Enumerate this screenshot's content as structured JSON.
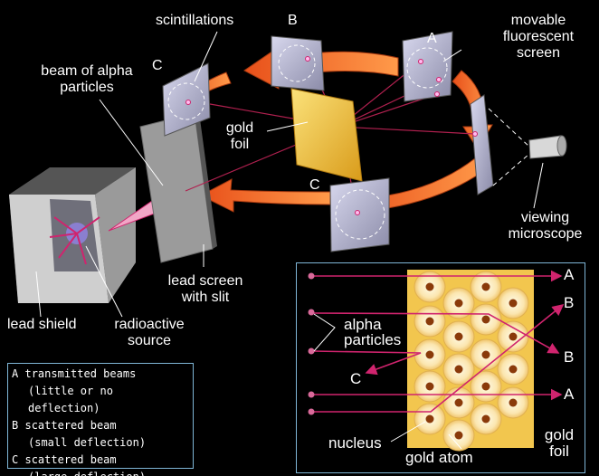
{
  "labels": {
    "scintillations": "scintillations",
    "b_top": "B",
    "a_top": "A",
    "movable_screen": "movable fluorescent screen",
    "c_left": "C",
    "beam": "beam of alpha particles",
    "gold_foil": "gold foil",
    "c_bottom": "C",
    "viewing_microscope": "viewing microscope",
    "lead_screen": "lead screen with slit",
    "lead_shield": "lead shield",
    "radioactive_source": "radioactive source"
  },
  "legend": [
    {
      "letter": "A",
      "title": "transmitted beams",
      "detail": "(little or no deflection)"
    },
    {
      "letter": "B",
      "title": "scattered beam",
      "detail": "(small deflection)"
    },
    {
      "letter": "C",
      "title": "scattered beam",
      "detail": "(large deflection)"
    }
  ],
  "inset": {
    "alpha_particles": "alpha particles",
    "nucleus": "nucleus",
    "gold_atom": "gold atom",
    "gold_foil": "gold foil",
    "a1": "A",
    "b1": "B",
    "b2": "B",
    "a2": "A",
    "c": "C"
  },
  "colors": {
    "beam": "#d0246e",
    "arrow": "#f26a1f",
    "foil": "#f4c542",
    "frame": "#7fb6d6"
  }
}
